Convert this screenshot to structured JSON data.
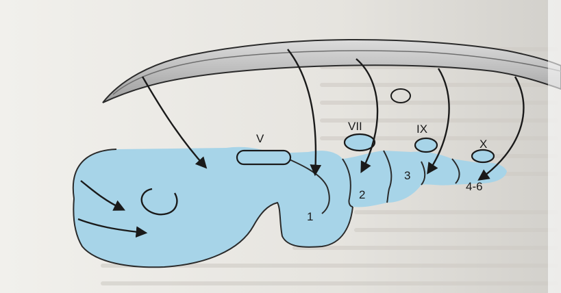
{
  "figure": {
    "colors": {
      "page": "#e9e7e2",
      "embryo": "#a7d4e8",
      "neural_crest_band": "#c4c4c4",
      "ink": "#1a1a1a"
    },
    "nerve_labels": {
      "v": "V",
      "vii": "VII",
      "ix": "IX",
      "x": "X"
    },
    "arch_labels": {
      "a1": "1",
      "a2": "2",
      "a3": "3",
      "a46": "4-6"
    }
  }
}
